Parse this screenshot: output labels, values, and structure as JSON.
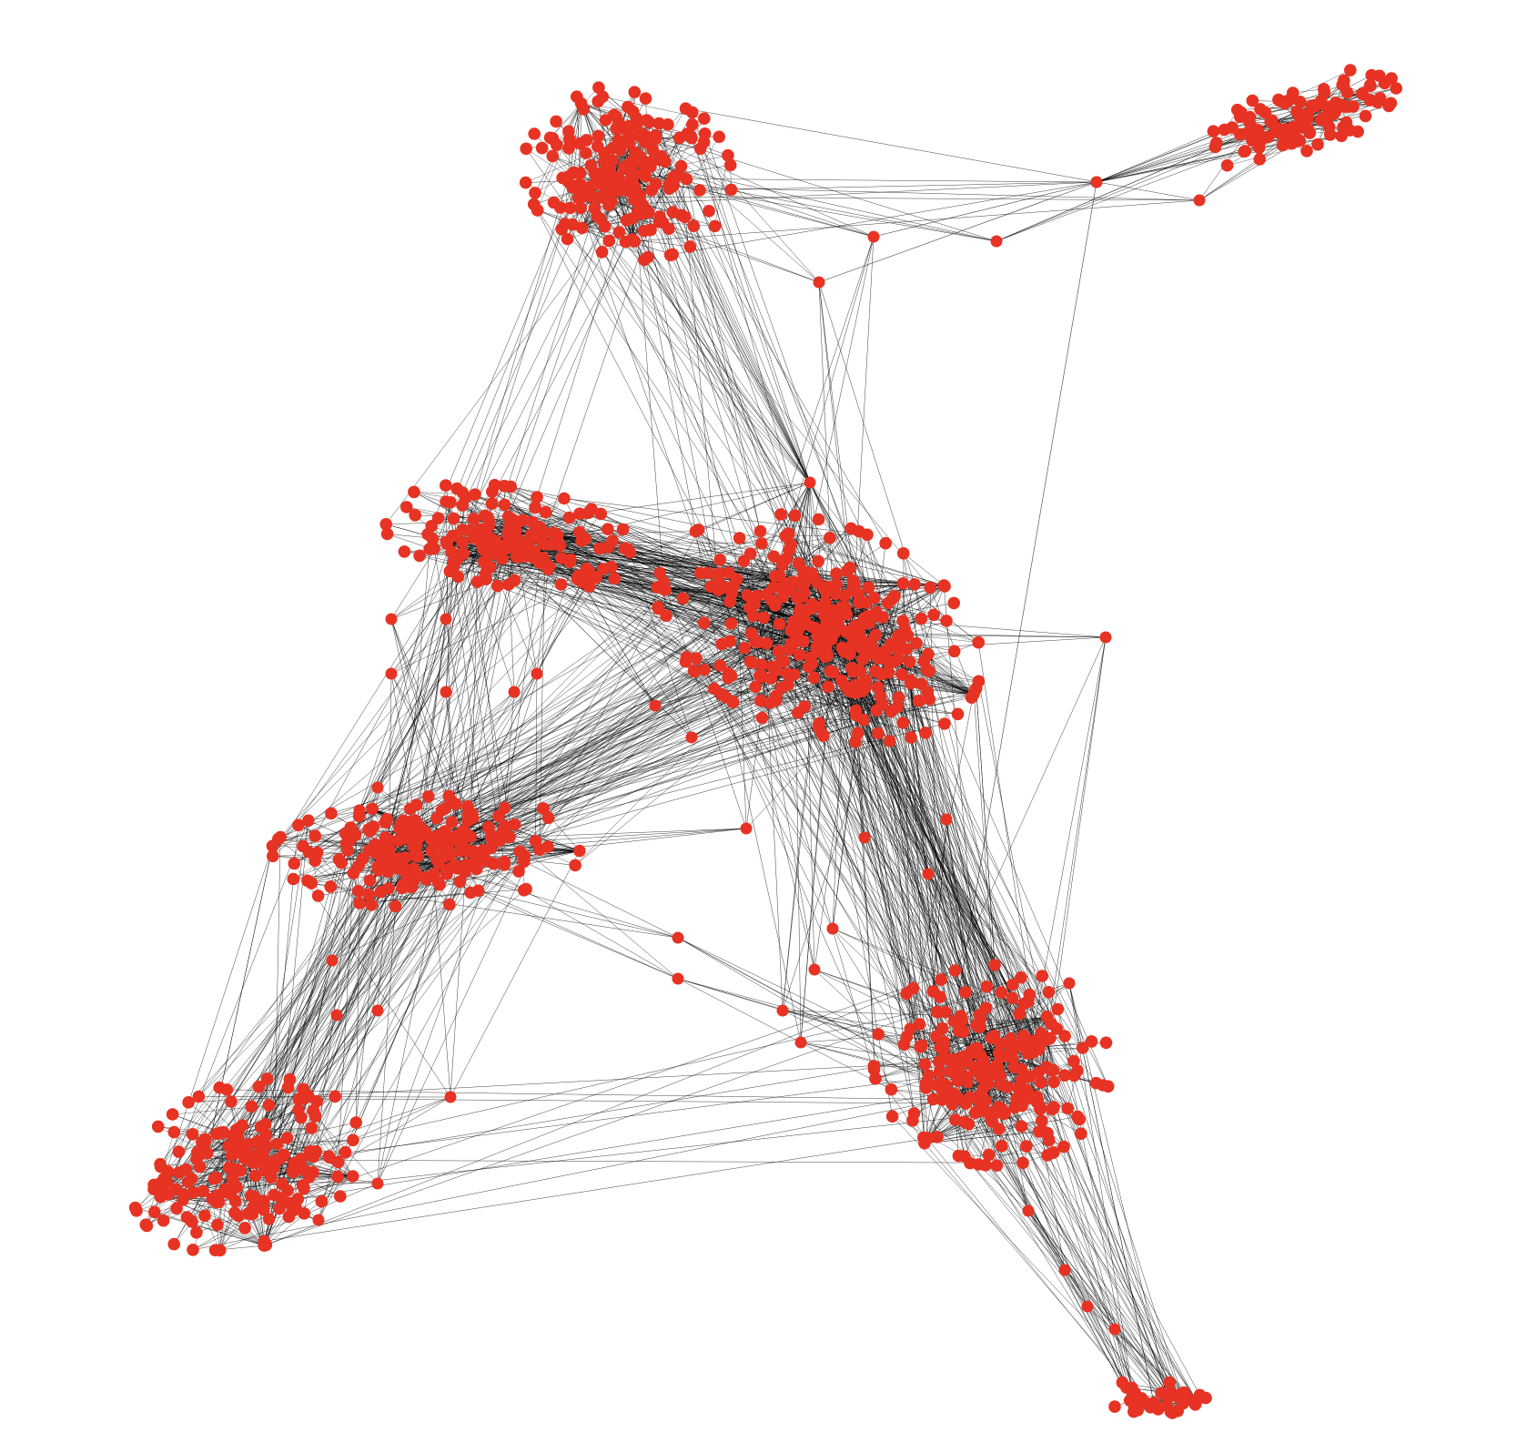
{
  "graph": {
    "layout": "force-directed",
    "colors": {
      "background": "#ffffff",
      "node_fill": "#e63323",
      "edge_stroke": "#000000"
    },
    "communities": [
      {
        "id": "top-center"
      },
      {
        "id": "top-right"
      },
      {
        "id": "middle-hub"
      },
      {
        "id": "middle-left-upper"
      },
      {
        "id": "left-center"
      },
      {
        "id": "bottom-left"
      },
      {
        "id": "bottom-right"
      },
      {
        "id": "bottom-tail"
      }
    ]
  }
}
